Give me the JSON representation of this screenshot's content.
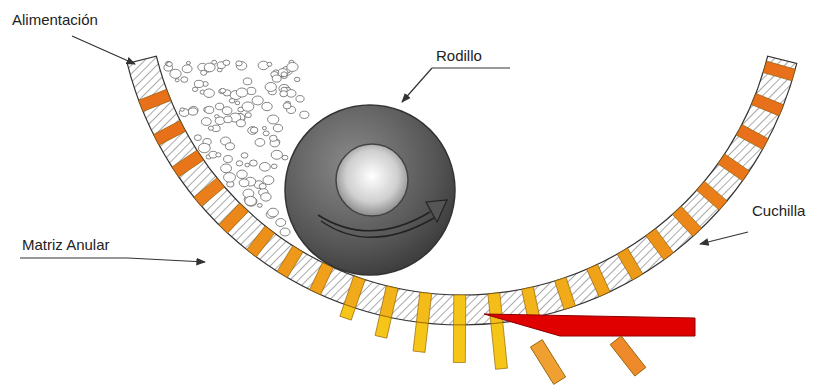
{
  "diagram": {
    "labels": [
      "Alimentación",
      "Rodillo",
      "Matriz Anular",
      "Cuchilla"
    ]
  }
}
